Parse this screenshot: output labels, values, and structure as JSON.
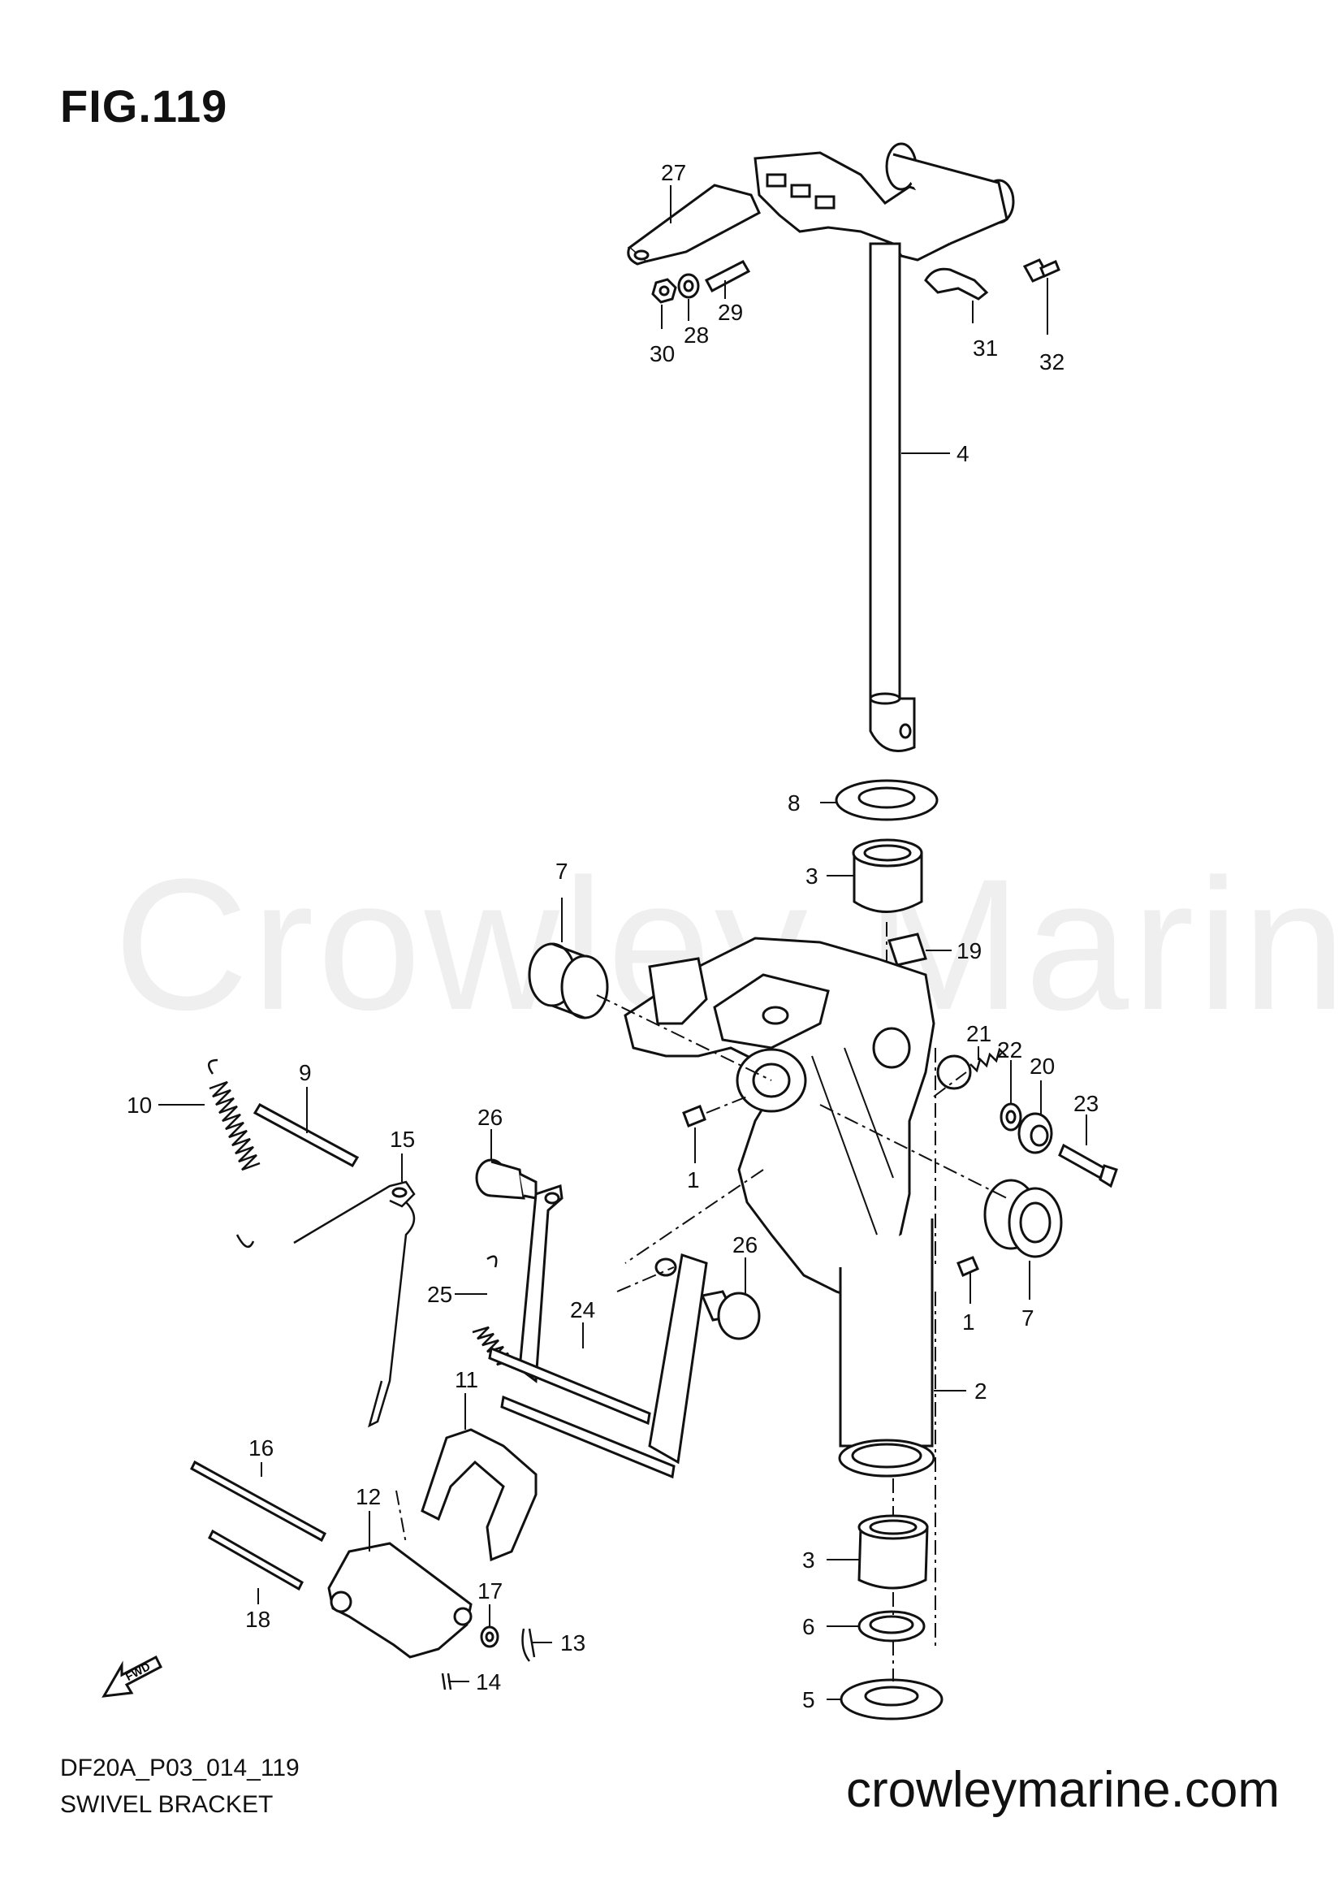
{
  "figure_label": "FIG.119",
  "watermark_text": "Crowley Marine",
  "diagram_code": "DF20A_P03_014_119",
  "diagram_title": "SWIVEL BRACKET",
  "website": "crowleymarine.com",
  "fwd_label": "FWD",
  "callouts": [
    {
      "id": "c27",
      "label": "27"
    },
    {
      "id": "c29",
      "label": "29"
    },
    {
      "id": "c28",
      "label": "28"
    },
    {
      "id": "c30",
      "label": "30"
    },
    {
      "id": "c31",
      "label": "31"
    },
    {
      "id": "c32",
      "label": "32"
    },
    {
      "id": "c4",
      "label": "4"
    },
    {
      "id": "c8",
      "label": "8"
    },
    {
      "id": "c3a",
      "label": "3"
    },
    {
      "id": "c19",
      "label": "19"
    },
    {
      "id": "c7a",
      "label": "7"
    },
    {
      "id": "c21",
      "label": "21"
    },
    {
      "id": "c22",
      "label": "22"
    },
    {
      "id": "c20",
      "label": "20"
    },
    {
      "id": "c23",
      "label": "23"
    },
    {
      "id": "c1a",
      "label": "1"
    },
    {
      "id": "c9",
      "label": "9"
    },
    {
      "id": "c10",
      "label": "10"
    },
    {
      "id": "c15",
      "label": "15"
    },
    {
      "id": "c26a",
      "label": "26"
    },
    {
      "id": "c25",
      "label": "25"
    },
    {
      "id": "c26b",
      "label": "26"
    },
    {
      "id": "c1b",
      "label": "1"
    },
    {
      "id": "c7b",
      "label": "7"
    },
    {
      "id": "c24",
      "label": "24"
    },
    {
      "id": "c2",
      "label": "2"
    },
    {
      "id": "c11",
      "label": "11"
    },
    {
      "id": "c16",
      "label": "16"
    },
    {
      "id": "c12",
      "label": "12"
    },
    {
      "id": "c3b",
      "label": "3"
    },
    {
      "id": "c18",
      "label": "18"
    },
    {
      "id": "c17",
      "label": "17"
    },
    {
      "id": "c6",
      "label": "6"
    },
    {
      "id": "c13",
      "label": "13"
    },
    {
      "id": "c14",
      "label": "14"
    },
    {
      "id": "c5",
      "label": "5"
    }
  ]
}
